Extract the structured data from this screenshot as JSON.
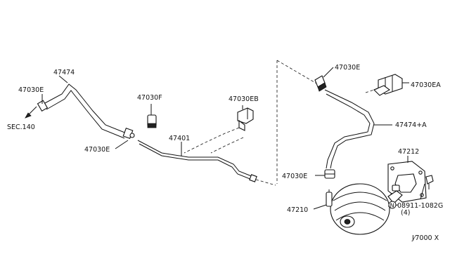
{
  "diagram": {
    "labels": {
      "hose_left": "47474",
      "clamp_top_left": "47030E",
      "sec_ref": "SEC.140",
      "clamp_mid_left": "47030E",
      "clip_f": "47030F",
      "tube": "47401",
      "clip_eb": "47030EB",
      "clamp_top_right": "47030E",
      "clip_ea": "47030EA",
      "hose_right": "47474+A",
      "gasket": "47212",
      "clamp_lower_right": "47030E",
      "booster": "47210",
      "nut": "08911-1082G",
      "nut_qty": "(4)",
      "nut_marker": "N",
      "diagram_code": "J⁄7000 X"
    }
  }
}
